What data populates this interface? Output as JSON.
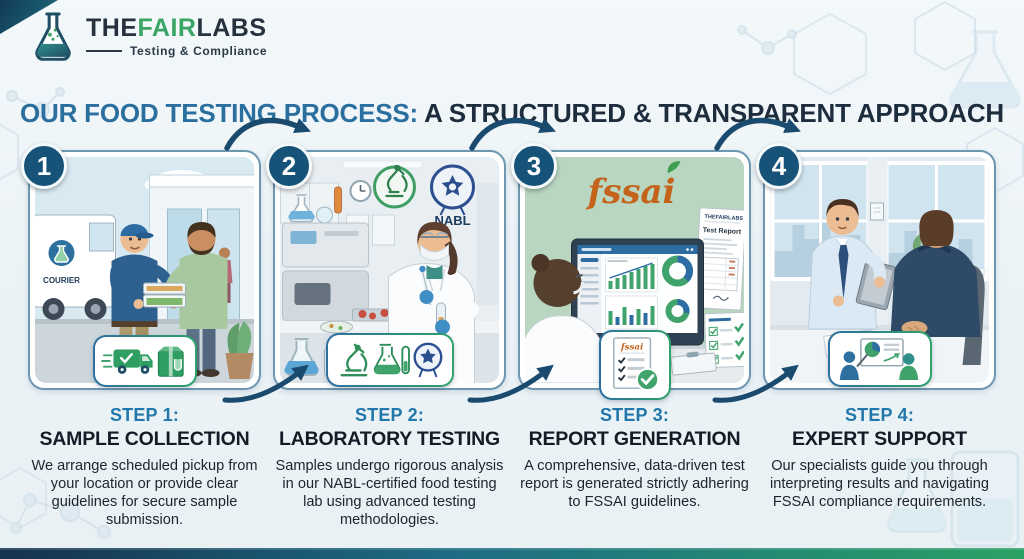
{
  "logo": {
    "part1": "THE",
    "part2": "FAIR",
    "part3": "LABS",
    "tagline": "Testing & Compliance"
  },
  "title": {
    "highlight": "OUR FOOD TESTING PROCESS:",
    "rest": " A STRUCTURED & TRANSPARENT APPROACH"
  },
  "steps": [
    {
      "number": "1",
      "heading": "STEP 1:",
      "name": "SAMPLE COLLECTION",
      "description": "We arrange scheduled pickup from your location or provide clear guidelines for secure sample submission.",
      "scene": "courier-delivering-food-samples",
      "scene_labels": {
        "van": "COURIER"
      },
      "badge_icons": [
        "delivery-truck-icon",
        "package-box-icon"
      ]
    },
    {
      "number": "2",
      "heading": "STEP 2:",
      "name": "LABORATORY TESTING",
      "description": "Samples undergo rigorous analysis in our NABL-certified food testing lab using advanced testing methodologies.",
      "scene": "scientist-analyzing-samples-in-lab",
      "scene_labels": {
        "accreditation": "NABL"
      },
      "badge_icons": [
        "microscope-icon",
        "lab-flask-icon",
        "nabl-seal-icon"
      ]
    },
    {
      "number": "3",
      "heading": "STEP 3:",
      "name": "REPORT GENERATION",
      "description": "A comprehensive, data-driven test report is generated strictly adhering to FSSAI guidelines.",
      "scene": "analyst-generating-digital-report",
      "scene_labels": {
        "regulator_logo": "fssai",
        "report_brand": "THEFAIRLABS",
        "report_title": "Test Report"
      },
      "badge_icons": [
        "fssai-report-check-icon"
      ]
    },
    {
      "number": "4",
      "heading": "STEP 4:",
      "name": "EXPERT SUPPORT",
      "description": "Our specialists guide you through interpreting results and navigating FSSAI compliance requirements.",
      "scene": "specialist-consulting-client",
      "scene_labels": {},
      "badge_icons": [
        "consultation-presentation-icon"
      ]
    }
  ],
  "colors": {
    "accent_blue": "#2b6f9f",
    "accent_navy": "#1e2d3d",
    "accent_green": "#2fa26a",
    "step_heading_blue": "#2277ab",
    "number_circle": "#175379",
    "arrow": "#1a4a6e",
    "bottom_bar_gradient": [
      "#16324e",
      "#1e6d85",
      "#2aa164"
    ],
    "background": "#eef5f8"
  }
}
